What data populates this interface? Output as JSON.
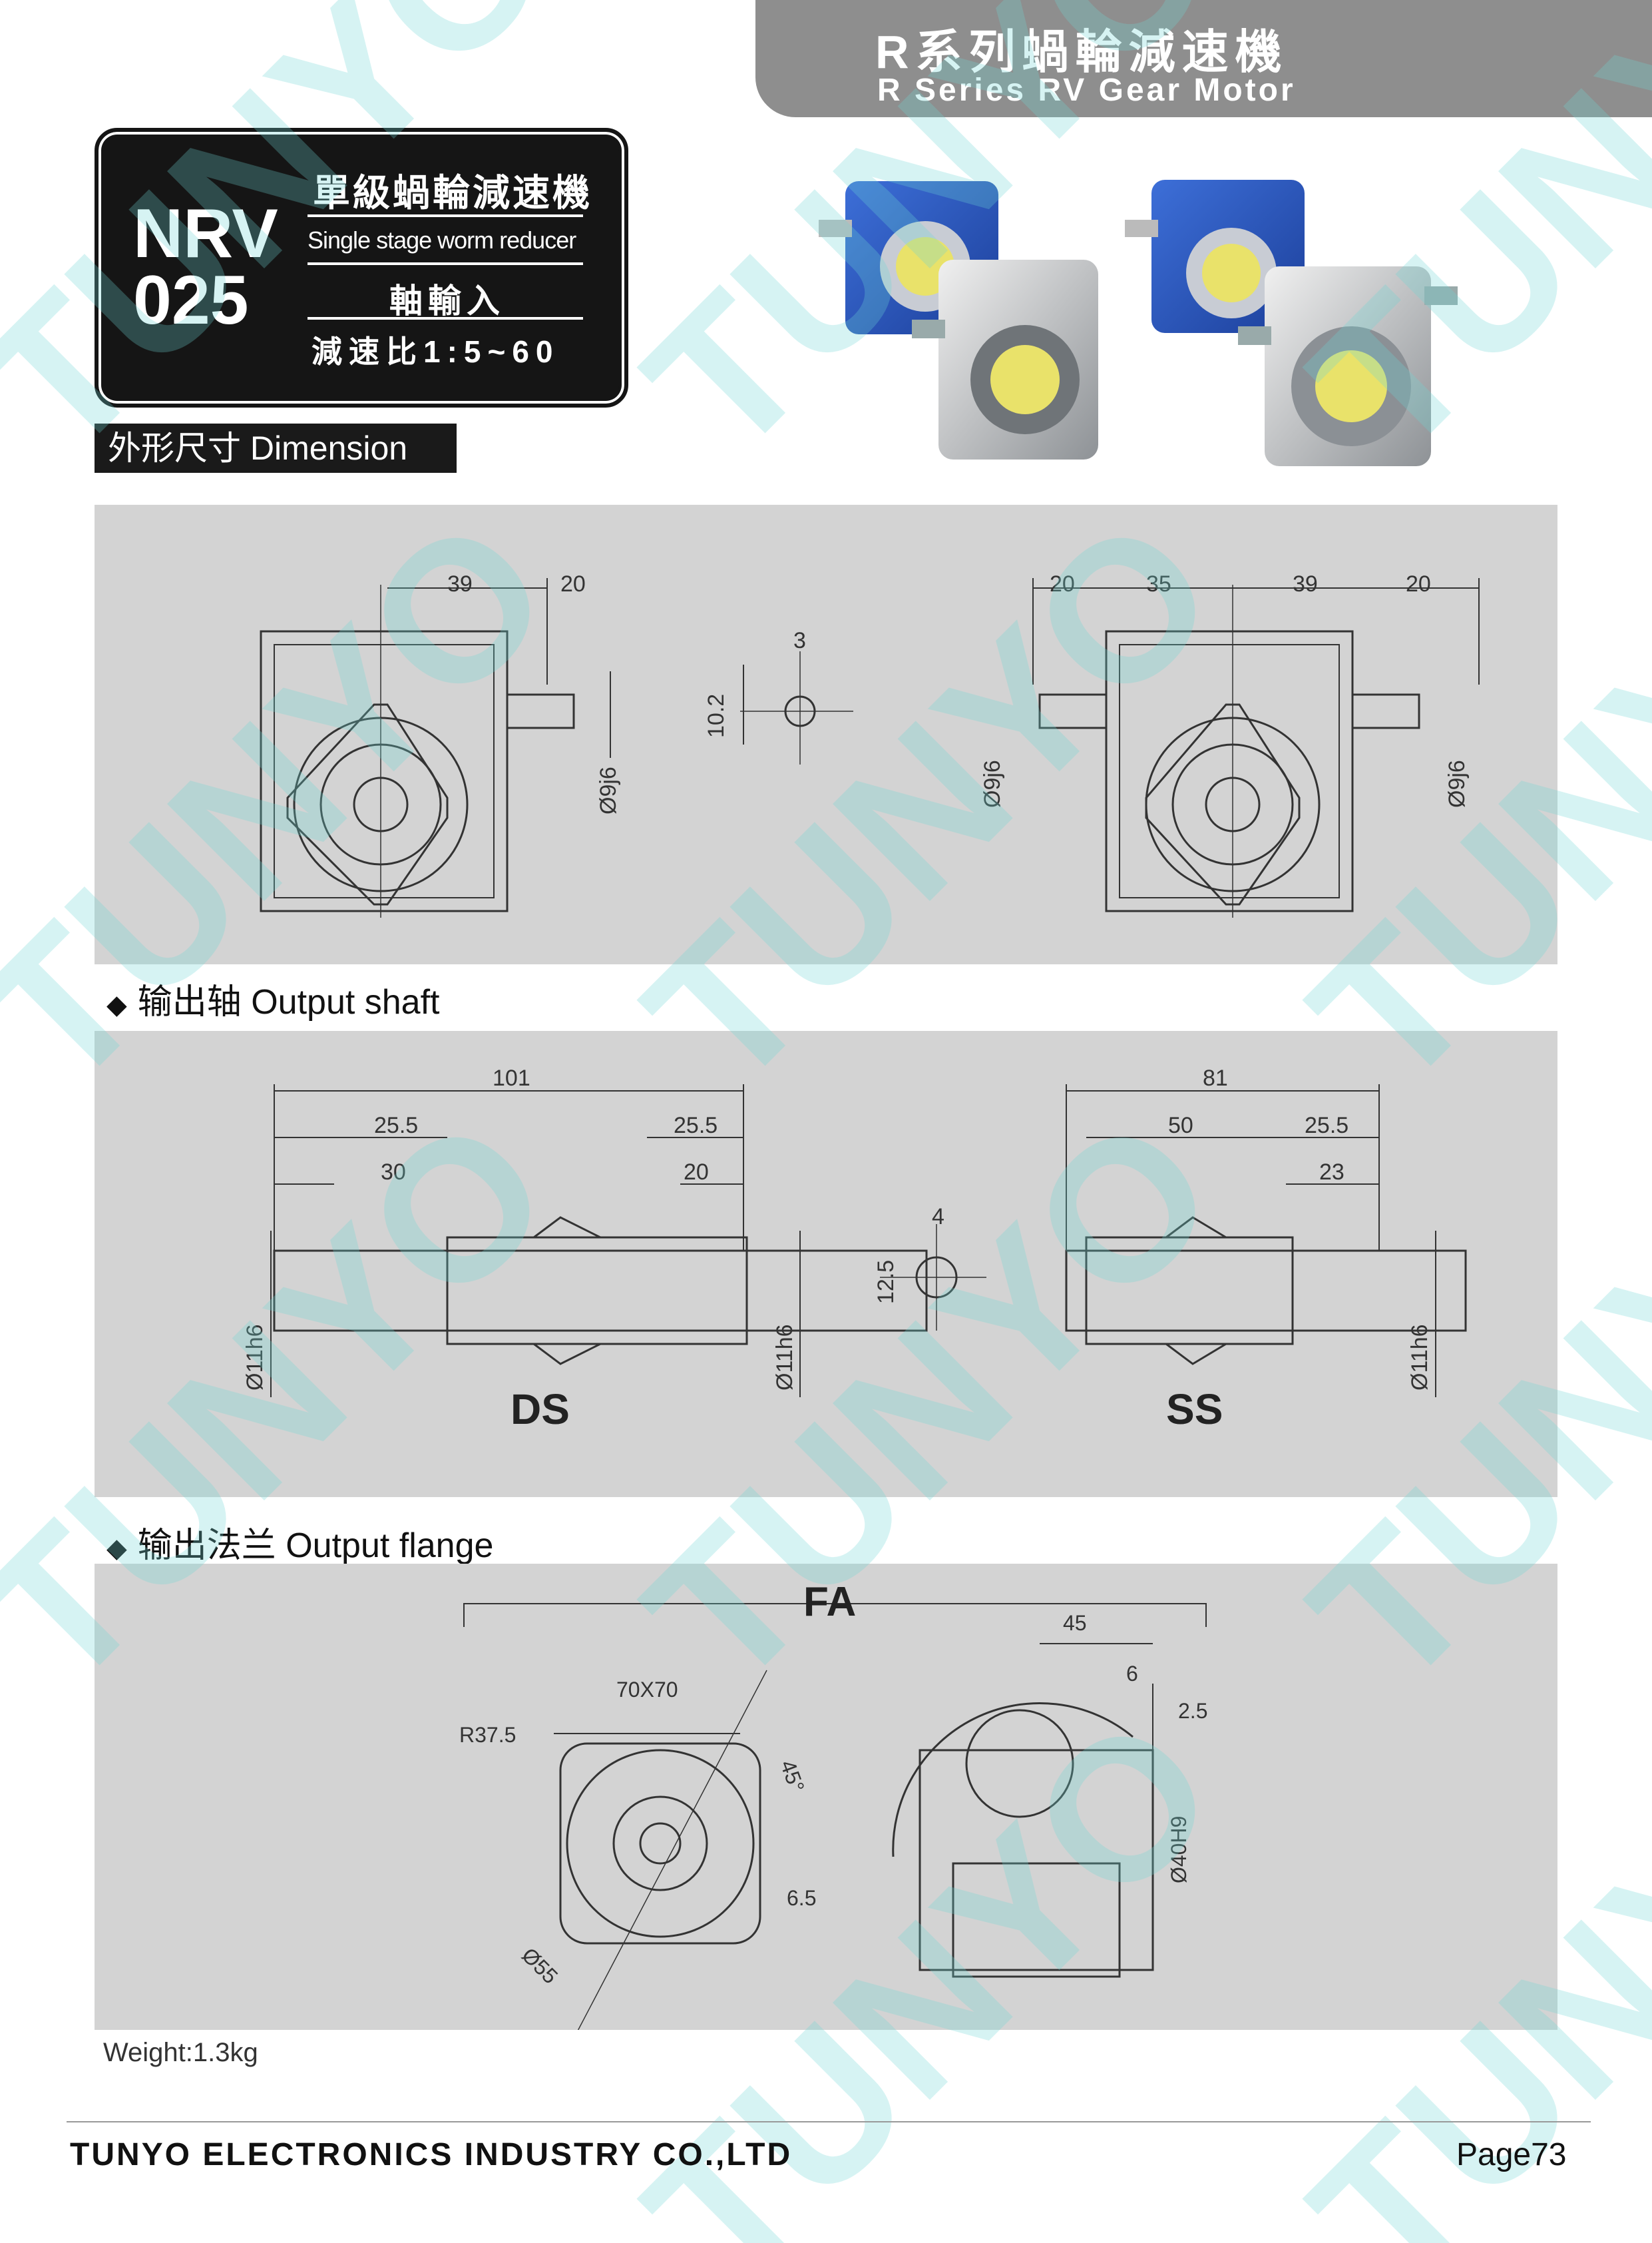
{
  "header": {
    "title_cn": "R系列蝸輪減速機",
    "title_en": "R Series RV Gear Motor"
  },
  "badge": {
    "model_line1": "NRV",
    "model_line2": "025",
    "type_cn": "單級蝸輪減速機",
    "type_en": "Single stage worm reducer",
    "input_cn": "軸輸入",
    "ratio": "減速比1:5~60"
  },
  "dimension_tag": "外形尺寸 Dimension",
  "watermark": "TUNYO",
  "colors": {
    "panel": "#d3d3d3",
    "header": "#8e8e8e",
    "badge": "#151515",
    "watermark": "#6ed7d5"
  },
  "section1": {
    "labels": {
      "d39": "39",
      "d20": "20",
      "d3": "3",
      "d10_2": "10.2",
      "d9j6": "Ø9j6",
      "d20b": "20",
      "d35": "35",
      "d39b": "39",
      "d20c": "20"
    }
  },
  "section2": {
    "title": "输出轴 Output shaft",
    "ds": {
      "name": "DS",
      "d101": "101",
      "d25_5a": "25.5",
      "d25_5b": "25.5",
      "d30": "30",
      "d20": "20",
      "d11h6": "Ø11h6"
    },
    "key": {
      "d4": "4",
      "d12_5": "12.5"
    },
    "ss": {
      "name": "SS",
      "d81": "81",
      "d50": "50",
      "d25_5": "25.5",
      "d23": "23",
      "d11h6": "Ø11h6"
    }
  },
  "section3": {
    "title": "输出法兰 Output flange",
    "fa": "FA",
    "labels": {
      "d70x70": "70X70",
      "r37_5": "R37.5",
      "a45": "45°",
      "d6_5": "6.5",
      "d55": "Ø55",
      "d45": "45",
      "d6": "6",
      "d2_5": "2.5",
      "d40h9": "Ø40H9"
    }
  },
  "weight": "Weight:1.3kg",
  "footer": {
    "company": "TUNYO ELECTRONICS INDUSTRY CO.,LTD",
    "page_label": "Page",
    "page_number": "73"
  }
}
